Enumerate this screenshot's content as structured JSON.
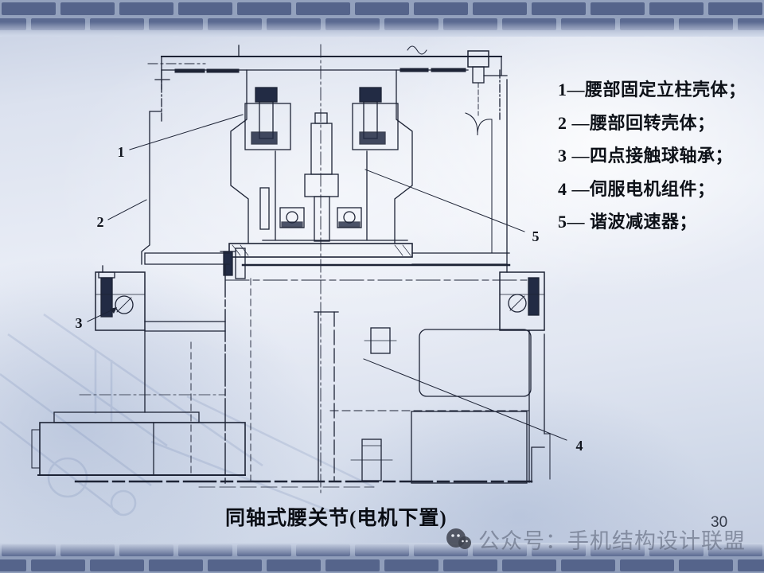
{
  "page": {
    "page_number": "30",
    "caption": "同轴式腰关节(电机下置)",
    "watermark": {
      "icon": "wechat-icon",
      "text": "公众号：手机结构设计联盟"
    },
    "legend": {
      "items": [
        "1—腰部固定立柱壳体；",
        "2 —腰部回转壳体；",
        "3 —四点接触球轴承；",
        "4 —伺服电机组件；",
        "5— 谐波减速器；"
      ]
    },
    "diagram": {
      "part_labels": [
        "1",
        "2",
        "3",
        "4",
        "5"
      ]
    },
    "colors": {
      "drawing_line": "#1d2335",
      "brick": "#55648b",
      "mortar": "#93a1bd",
      "background_light": "#e9edf6",
      "background_edge": "#c3cce0",
      "watermark_text": "#5a6376",
      "legend_text": "#0d1118"
    }
  }
}
